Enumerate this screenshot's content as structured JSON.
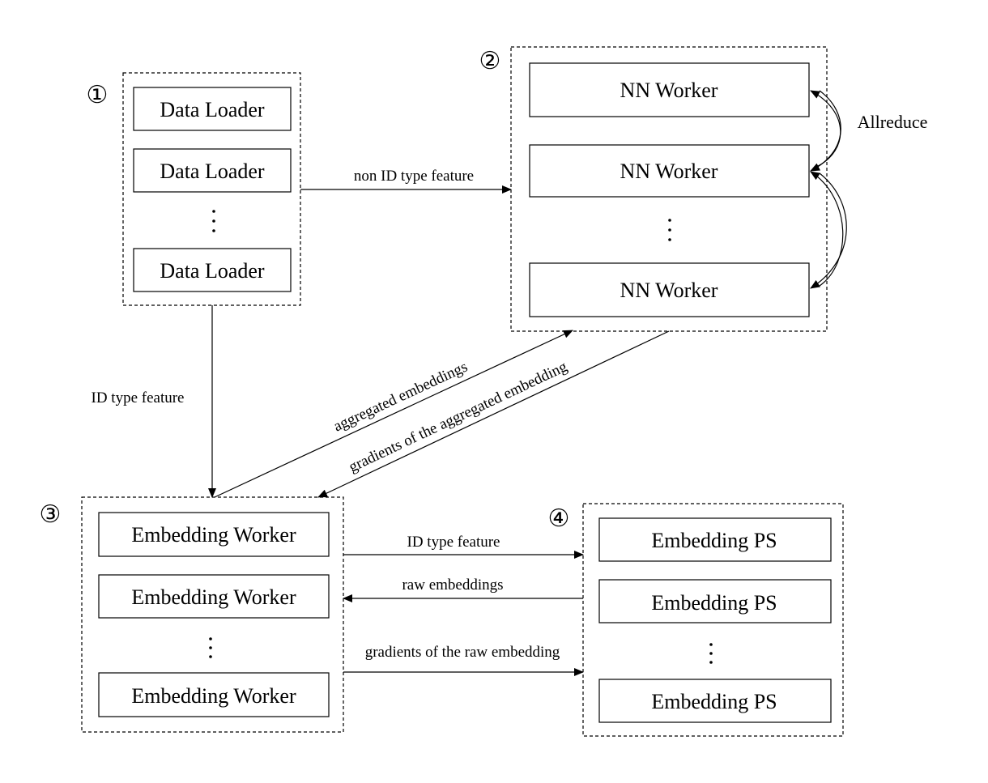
{
  "groups": {
    "g1": {
      "marker": "①"
    },
    "g2": {
      "marker": "②"
    },
    "g3": {
      "marker": "③"
    },
    "g4": {
      "marker": "④"
    }
  },
  "nodes": {
    "data_loader": "Data Loader",
    "nn_worker": "NN Worker",
    "embedding_worker": "Embedding Worker",
    "embedding_ps": "Embedding PS"
  },
  "edges": {
    "non_id_feature": "non ID type feature",
    "id_feature_down": "ID type feature",
    "aggregated_embeddings": "aggregated embeddings",
    "gradients_aggregated": "gradients of the aggregated embedding",
    "allreduce": "Allreduce",
    "id_feature_right": "ID type feature",
    "raw_embeddings": "raw embeddings",
    "gradients_raw": "gradients of the raw embedding"
  }
}
